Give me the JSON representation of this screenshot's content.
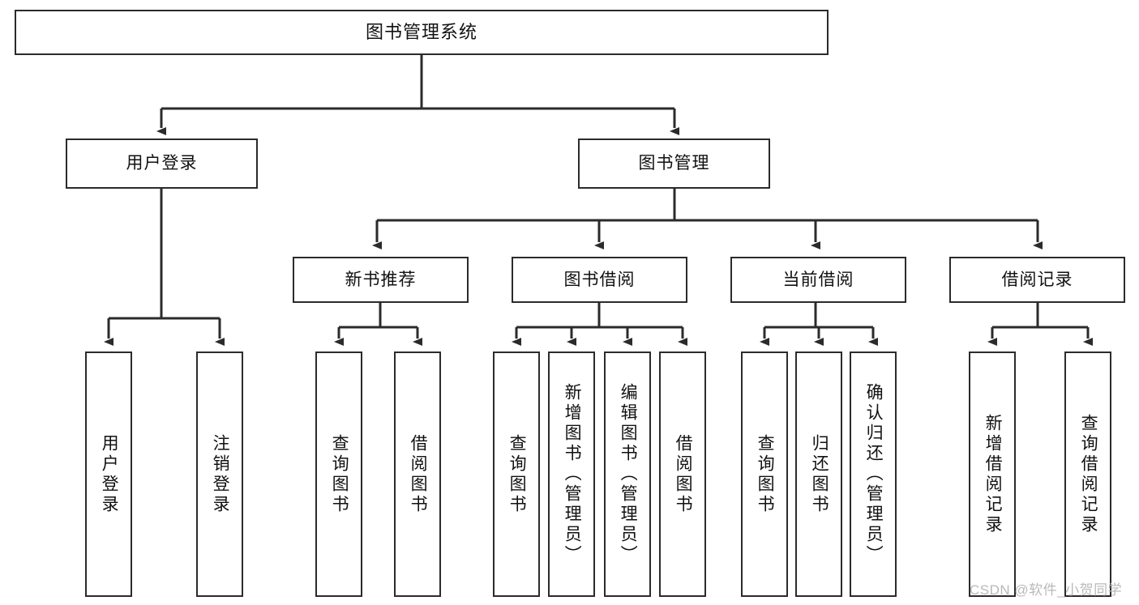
{
  "diagram": {
    "title": "图书管理系统",
    "type": "tree-hierarchy",
    "orientation": "top-down",
    "colors": {
      "box_border": "#2b2b2b",
      "box_fill": "#ffffff",
      "connector": "#2b2b2b",
      "text": "#111111",
      "watermark": "#b9b9b9",
      "background": "#ffffff"
    }
  },
  "root": {
    "label": "图书管理系统"
  },
  "level2": [
    {
      "label": "用户登录"
    },
    {
      "label": "图书管理"
    }
  ],
  "level3": [
    {
      "label": "新书推荐"
    },
    {
      "label": "图书借阅"
    },
    {
      "label": "当前借阅"
    },
    {
      "label": "借阅记录"
    }
  ],
  "leaves": {
    "user_login": [
      {
        "label": "用户登录"
      },
      {
        "label": "注销登录"
      }
    ],
    "new_book_recommend": [
      {
        "label": "查询图书"
      },
      {
        "label": "借阅图书"
      }
    ],
    "book_borrow": [
      {
        "label": "查询图书"
      },
      {
        "label": "新增图书（管理员）"
      },
      {
        "label": "编辑图书（管理员）"
      },
      {
        "label": "借阅图书"
      }
    ],
    "current_borrow": [
      {
        "label": "查询图书"
      },
      {
        "label": "归还图书"
      },
      {
        "label": "确认归还（管理员）"
      }
    ],
    "borrow_records": [
      {
        "label": "新增借阅记录"
      },
      {
        "label": "查询借阅记录"
      }
    ]
  },
  "watermark": {
    "text": "CSDN @软件_小贺同学"
  }
}
